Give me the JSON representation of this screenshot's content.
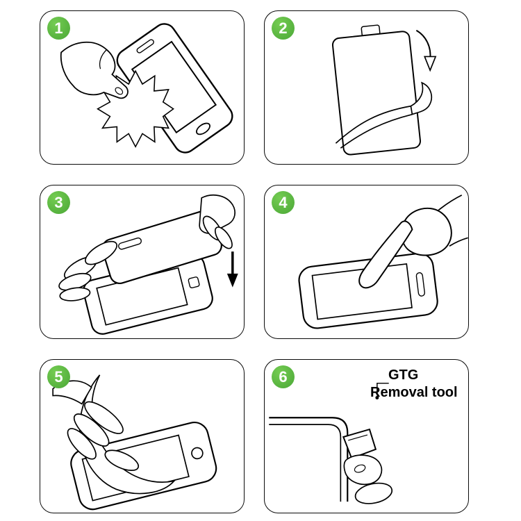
{
  "colors": {
    "background": "#ffffff",
    "line_art": "#000000",
    "step_badge": "#55b948",
    "step_badge_text": "#ffffff"
  },
  "steps": [
    {
      "number": "1",
      "illustration": "wipe-phone-screen-with-cloth"
    },
    {
      "number": "2",
      "illustration": "peel-backing-film-off-protector"
    },
    {
      "number": "3",
      "illustration": "align-and-lower-glass-onto-phone"
    },
    {
      "number": "4",
      "illustration": "press-screen-center-with-finger"
    },
    {
      "number": "5",
      "illustration": "smooth-film-over-screen"
    },
    {
      "number": "6",
      "illustration": "lift-corner-with-removal-tool",
      "label": {
        "line1": "GTG",
        "line2": "Removal tool"
      }
    }
  ]
}
